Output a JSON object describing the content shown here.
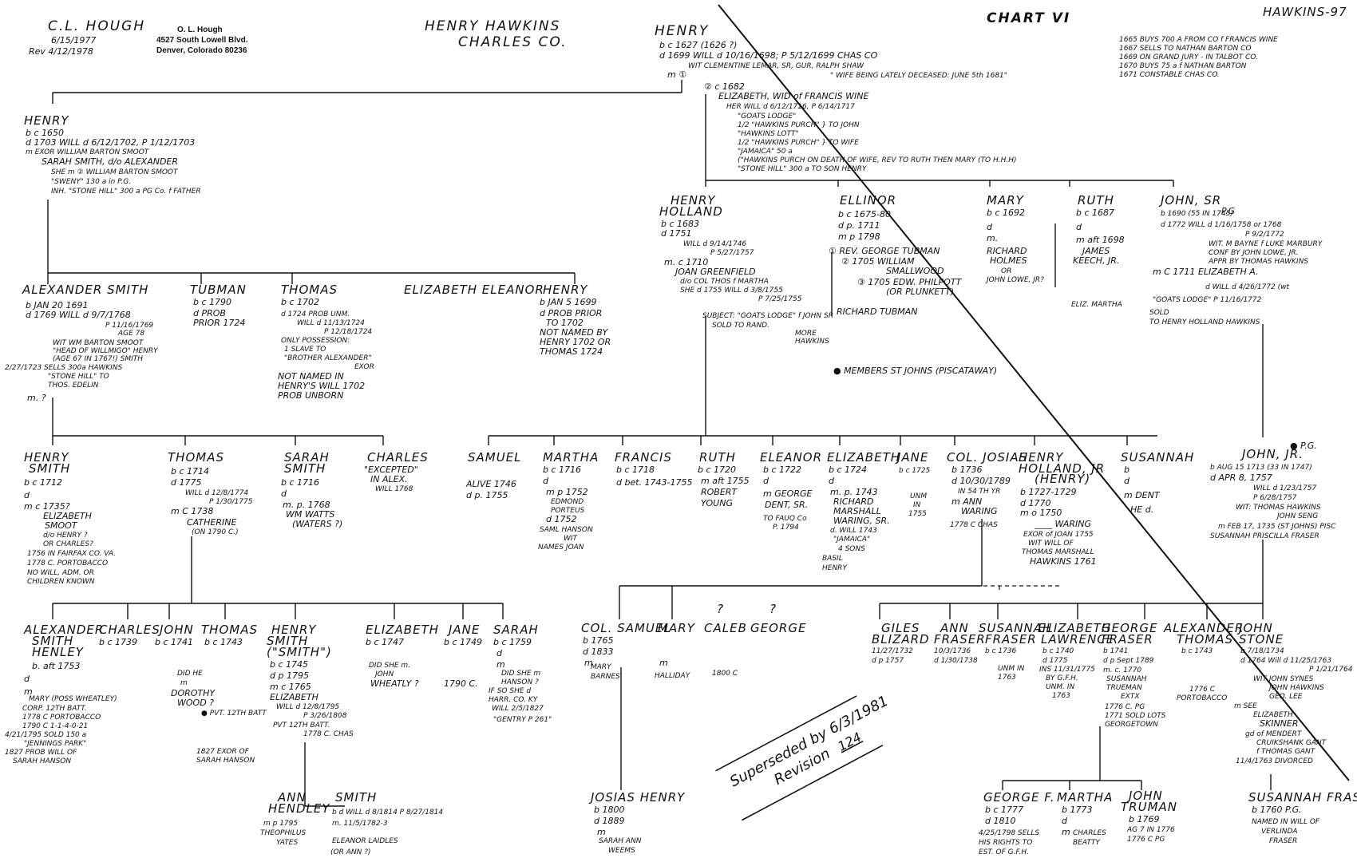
{
  "header": {
    "handwritten_compiler": "C.L. HOUGH",
    "date1": "6/15/1977",
    "date2": "Rev 4/12/1978",
    "typed_name": "O. L. Hough",
    "typed_address1": "4527 South Lowell Blvd.",
    "typed_address2": "Denver, Colorado 80236",
    "title1": "HENRY HAWKINS",
    "title2": "CHARLES CO.",
    "chart_label": "CHART VI",
    "corner": "HAWKINS-97"
  },
  "root": {
    "name": "HENRY",
    "lines": [
      "b c 1627 (1626 ?)",
      "d 1699   WILL d 10/16/1698; P 5/12/1699 CHAS CO",
      "WIT CLEMENTINE LEMAR, SR, GUR, RALPH SHAW",
      "\" WIFE BEING LATELY DECEASED: JUNE 5th 1681\""
    ],
    "m1": "m ①",
    "events": [
      "1665 BUYS 700 A FROM CO f FRANCIS WINE",
      "1667 SELLS TO NATHAN BARTON CO",
      "1669 ON GRAND JURY - IN TALBOT CO.",
      "1670 BUYS 75 a f NATHAN BARTON",
      "1671 CONSTABLE CHAS CO."
    ]
  },
  "second_wife": {
    "lines": [
      "② c 1682",
      "ELIZABETH, WID of FRANCIS WINE",
      "HER WILL d 6/12/1716, P 6/14/1717",
      "\"GOATS LODGE\"",
      "1/2 \"HAWKINS PURCH\"  } TO JOHN",
      "\"HAWKINS LOTT\"",
      "1/2 \"HAWKINS PURCH\"  } TO WIFE",
      "\"JAMAICA\" 50 a",
      "(\"HAWKINS PURCH ON DEATH OF WIFE, REV TO RUTH THEN MARY (TO H.H.H)",
      "\"STONE HILL\" 300 a TO SON HENRY"
    ]
  },
  "henry_1650": {
    "name": "HENRY",
    "lines": [
      "b c 1650",
      "d 1703  WILL d 6/12/1702, P 1/12/1703",
      "m      EXOR WILLIAM BARTON SMOOT",
      "SARAH SMITH, d/o ALEXANDER",
      "SHE m ② WILLIAM BARTON SMOOT",
      "\"SWENY\" 130 a in P.G.",
      "INH. \"STONE HILL\" 300 a PG Co. f FATHER"
    ]
  },
  "gen3_left": [
    {
      "name": "ALEXANDER SMITH",
      "lines": [
        "b JAN 20 1691",
        "d 1769 WILL d 9/7/1768",
        "P 11/16/1769",
        "AGE 78",
        "WIT WM BARTON SMOOT",
        "\"HEAD OF WILLMIGO\" HENRY",
        "(AGE 67 IN 1767!)  SMITH",
        "2/27/1723 SELLS 300a  HAWKINS",
        "\"STONE HILL\" TO",
        "THOS. EDELIN",
        "m. ?"
      ]
    },
    {
      "name": "TUBMAN",
      "lines": [
        "b c 1790",
        "d PROB",
        "PRIOR 1724"
      ]
    },
    {
      "name": "THOMAS",
      "lines": [
        "b c 1702",
        "d     1724 PROB UNM.",
        "WILL d 11/13/1724",
        "P 12/18/1724",
        "ONLY POSSESSION:",
        "1 SLAVE TO",
        "\"BROTHER ALEXANDER\"",
        "EXOR",
        "NOT NAMED IN",
        "HENRY'S WILL 1702",
        "PROB UNBORN"
      ]
    },
    {
      "name": "ELIZABETH  ELEANOR",
      "lines": []
    },
    {
      "name": "HENRY",
      "lines": [
        "b JAN 5 1699",
        "d PROB PRIOR",
        "TO 1702",
        "NOT NAMED BY",
        "HENRY 1702 OR",
        "THOMAS 1724"
      ]
    }
  ],
  "gen2_right": [
    {
      "name": "HENRY HOLLAND",
      "lines": [
        "b c 1683",
        "d   1751",
        "WILL d 9/14/1746",
        "P 5/27/1757",
        "m. c 1710",
        "JOAN GREENFIELD",
        "d/o COL THOS f MARTHA",
        "SHE d 1755  WILL d 3/8/1755",
        "P 7/25/1755",
        "SUBJECT: \"GOATS LODGE\" f JOHN SR",
        "SOLD         TO RAND.",
        "MORE",
        "HAWKINS"
      ]
    },
    {
      "name": "ELLINOR",
      "lines": [
        "b c 1675-80",
        "d p. 1711",
        "m p 1798",
        "① REV. GEORGE TUBMAN",
        "② 1705 WILLIAM",
        "SMALLWOOD",
        "③ 1705 EDW. PHILPOTT",
        "(OR PLUNKETT)",
        "RICHARD TUBMAN"
      ]
    },
    {
      "name": "MARY",
      "lines": [
        "b c 1692",
        "d",
        "m.",
        "RICHARD",
        "HOLMES",
        "OR",
        "JOHN LOWE, JR?"
      ]
    },
    {
      "name": "RUTH",
      "lines": [
        "b c 1687",
        "d",
        "m aft 1698",
        "JAMES",
        "KEECH, JR.",
        "ELIZ.  MARTHA"
      ]
    },
    {
      "name": "JOHN, SR",
      "lines": [
        "P.G",
        "b 1690 (55 IN 1745)",
        "d 1772  WILL d 1/16/1758 or 1768",
        "P 9/2/1772",
        "WIT. M BAYNE f LUKE MARBURY",
        "CONF BY JOHN LOWE, JR.",
        "APPR BY THOMAS HAWKINS",
        "m C 1711 ELIZABETH A.",
        "d WILL d 4/26/1772 (wt",
        "\"GOATS LODGE\"   P 11/16/1772",
        "SOLD",
        "TO HENRY HOLLAND HAWKINS"
      ]
    }
  ],
  "members_note": "● MEMBERS ST JOHNS (PISCATAWAY)",
  "gen4_alexander": [
    {
      "name": "HENRY SMITH",
      "lines": [
        "b c 1712",
        "d",
        "m c 1735?",
        "ELIZABETH",
        "SMOOT",
        "d/o HENRY ?",
        "OR CHARLES?",
        "1756 IN FAIRFAX CO. VA.",
        "1778 C. PORTOBACCO",
        "NO WILL, ADM. OR",
        "CHILDREN KNOWN"
      ]
    },
    {
      "name": "THOMAS",
      "lines": [
        "b c 1714",
        "d     1775",
        "WILL d 12/8/1774",
        "P 1/30/1775",
        "m C 1738",
        "CATHERINE",
        "(ON 1790 C.)"
      ]
    },
    {
      "name": "SARAH SMITH",
      "lines": [
        "b c 1716",
        "d",
        "m. p. 1768",
        "WM WATTS",
        "(WATERS ?)"
      ]
    },
    {
      "name": "CHARLES",
      "lines": [
        "\"EXCEPTED\"",
        "IN ALEX.",
        "WILL 1768"
      ]
    }
  ],
  "gen4_holland": [
    {
      "name": "SAMUEL",
      "lines": [
        "ALIVE 1746",
        "d p.      1755"
      ]
    },
    {
      "name": "MARTHA",
      "lines": [
        "b c 1716",
        "d",
        "m p 1752",
        "EDMOND",
        "PORTEUS",
        "d    1752",
        "SAML HANSON",
        "WIT",
        "NAMES JOAN"
      ]
    },
    {
      "name": "FRANCIS",
      "lines": [
        "b c 1718",
        "d bet. 1743-1755"
      ]
    },
    {
      "name": "RUTH",
      "lines": [
        "b c 1720",
        "m aft 1755",
        "ROBERT",
        "YOUNG"
      ]
    },
    {
      "name": "ELEANOR",
      "lines": [
        "b c 1722",
        "d",
        "m  GEORGE",
        "DENT, SR.",
        "TO FAUQ Co",
        "P. 1794"
      ]
    },
    {
      "name": "ELIZABETH",
      "lines": [
        "b c 1724",
        "d",
        "m. p. 1743",
        "RICHARD",
        "MARSHALL",
        "WARING, SR.",
        "d. WILL 1743",
        "\"JAMAICA\"",
        "4 SONS",
        "BASIL",
        "HENRY"
      ]
    },
    {
      "name": "JANE",
      "lines": [
        "b c 1725",
        "UNM",
        "IN",
        "1755"
      ]
    },
    {
      "name": "COL. JOSIAS",
      "lines": [
        "b 1736",
        "d 10/30/1789",
        "IN 54 TH YR",
        "m  ANN",
        "WARING",
        "1778 C CHAS"
      ]
    },
    {
      "name": "HENRY HOLLAND, JR (HENRY)",
      "lines": [
        "b 1727-1729",
        "d   1770",
        "m o 1750",
        "____ WARING",
        "EXOR of JOAN 1755",
        "WIT WILL OF",
        "THOMAS MARSHALL",
        "HAWKINS  1761"
      ]
    },
    {
      "name": "SUSANNAH",
      "lines": [
        "b",
        "d",
        "m       DENT",
        "HE d."
      ]
    }
  ],
  "john_jr": {
    "name": "JOHN, JR.",
    "lines": [
      "● P.G.",
      "b AUG 15 1713 (33 IN 1747)",
      "d APR 8, 1757",
      "WILL d 1/23/1757",
      "P 6/28/1757",
      "WIT: THOMAS HAWKINS",
      "JOHN SENG",
      "m FEB 17, 1735 (ST JOHNS) PISC",
      "SUSANNAH PRISCILLA FRASER"
    ]
  },
  "gen5_thomas": [
    {
      "name": "ALEXANDER SMITH HENLEY",
      "lines": [
        "b. aft 1753",
        "d",
        "m",
        "MARY (POSS WHEATLEY)",
        "CORP. 12TH BATT.",
        "1778 C PORTOBACCO",
        "1790 C 1-1-4-0-21",
        "4/21/1795 SOLD 150 a",
        "\"JENNINGS PARK\"",
        "1827 PROB WILL OF",
        "SARAH HANSON"
      ]
    },
    {
      "name": "CHARLES",
      "lines": [
        "b c 1739"
      ]
    },
    {
      "name": "JOHN",
      "lines": [
        "b c 1741",
        "DID HE",
        "m",
        "DOROTHY",
        "WOOD ?"
      ]
    },
    {
      "name": "THOMAS",
      "lines": [
        "b c 1743",
        "● PVT. 12TH BATT"
      ]
    },
    {
      "name": "HENRY SMITH (\"SMITH\")",
      "lines": [
        "b c 1745",
        "d p 1795",
        "m c 1765",
        "ELIZABETH",
        "WILL d 12/8/1795",
        "P 3/26/1808",
        "PVT 12TH BATT.",
        "1778 C. CHAS",
        "1827 EXOR OF",
        "SARAH HANSON"
      ]
    },
    {
      "name": "ELIZABETH",
      "lines": [
        "b c 1747",
        "DID SHE m.",
        "JOHN",
        "WHEATLY ?"
      ]
    },
    {
      "name": "JANE",
      "lines": [
        "b c 1749",
        "1790 C."
      ]
    },
    {
      "name": "SARAH",
      "lines": [
        "b c 1759",
        "d",
        "m",
        "DID SHE m",
        "HANSON ?",
        "IF SO SHE d",
        "HARR. CO. KY",
        "WILL 2/5/1827",
        "\"GENTRY P 261\""
      ]
    }
  ],
  "gen6_henrysmith": [
    {
      "name": "ANN HENDLEY",
      "lines": [
        "m p 1795",
        "THEOPHILUS",
        "YATES"
      ]
    },
    {
      "name": "SMITH",
      "lines": [
        "b  d WILL d 8/1814 P 8/27/1814",
        "m. 11/5/1782-3",
        "ELEANOR LAIDLES",
        "(OR ANN ?)"
      ]
    }
  ],
  "gen5_josias": [
    {
      "name": "COL. SAMUEL",
      "lines": [
        "b 1765",
        "d 1833",
        "m",
        "MARY",
        "BARNES"
      ]
    },
    {
      "name": "MARY",
      "lines": [
        "m",
        "HALLIDAY"
      ]
    },
    {
      "name": "CALEB",
      "lines": [
        "?",
        "1800 C"
      ]
    },
    {
      "name": "GEORGE",
      "lines": [
        "?"
      ]
    }
  ],
  "josias_henry": {
    "name": "JOSIAS HENRY",
    "lines": [
      "b 1800",
      "d 1889",
      "m",
      "SARAH ANN",
      "WEEMS"
    ]
  },
  "gen5_johnjr": [
    {
      "name": "GILES BLIZARD",
      "lines": [
        "11/27/1732",
        "d p 1757"
      ]
    },
    {
      "name": "ANN FRASER",
      "lines": [
        "10/3/1736",
        "d 1/30/1738"
      ]
    },
    {
      "name": "SUSANNAH FRASER",
      "lines": [
        "b c 1736",
        "UNM IN",
        "1763"
      ]
    },
    {
      "name": "ELIZABETH LAWRENCE",
      "lines": [
        "b c 1740",
        "d     1775",
        "INS 11/31/1775",
        "BY G.F.H.",
        "UNM. IN",
        "1763"
      ]
    },
    {
      "name": "GEORGE FRASER",
      "lines": [
        "b 1741",
        "d p Sept 1789",
        "m. c. 1770",
        "SUSANNAH",
        "TRUEMAN",
        "EXTX",
        "1776 C. PG",
        "1771 SOLD LOTS",
        "GEORGETOWN"
      ]
    },
    {
      "name": "ALEXANDER THOMAS",
      "lines": [
        "b c 1743",
        "1776 C",
        "PORTOBACCO"
      ]
    },
    {
      "name": "JOHN STONE",
      "lines": [
        "b 7/18/1734",
        "d 1764  Will d 11/25/1763",
        "P 1/21/1764",
        "WIT JOHN SYNES",
        "JOHN HAWKINS",
        "GEO. LEE",
        "m SEE",
        "ELIZABETH",
        "SKINNER",
        "gd of MENDERT",
        "CRUIKSHANK GANT",
        "f THOMAS GANT",
        "11/4/1763 DIVORCED"
      ]
    }
  ],
  "gen6_george": [
    {
      "name": "GEORGE F.",
      "lines": [
        "b c 1777",
        "d    1810",
        "4/25/1798 SELLS",
        "HIS RIGHTS TO",
        "EST. OF G.F.H."
      ]
    },
    {
      "name": "MARTHA",
      "lines": [
        "b 1773",
        "d",
        "m",
        "CHARLES",
        "BEATTY"
      ]
    },
    {
      "name": "JOHN TRUMAN",
      "lines": [
        "b 1769",
        "AG 7 IN 1776",
        "1776 C PG"
      ]
    }
  ],
  "susannah_fraser": {
    "name": "SUSANNAH FRASER",
    "lines": [
      "b 1760 P.G.",
      "NAMED IN WILL OF",
      "VERLINDA",
      "FRASER"
    ]
  },
  "stamp": {
    "line1": "Superseded by 6/3/1981",
    "line2": "Revision",
    "line3": "124"
  }
}
